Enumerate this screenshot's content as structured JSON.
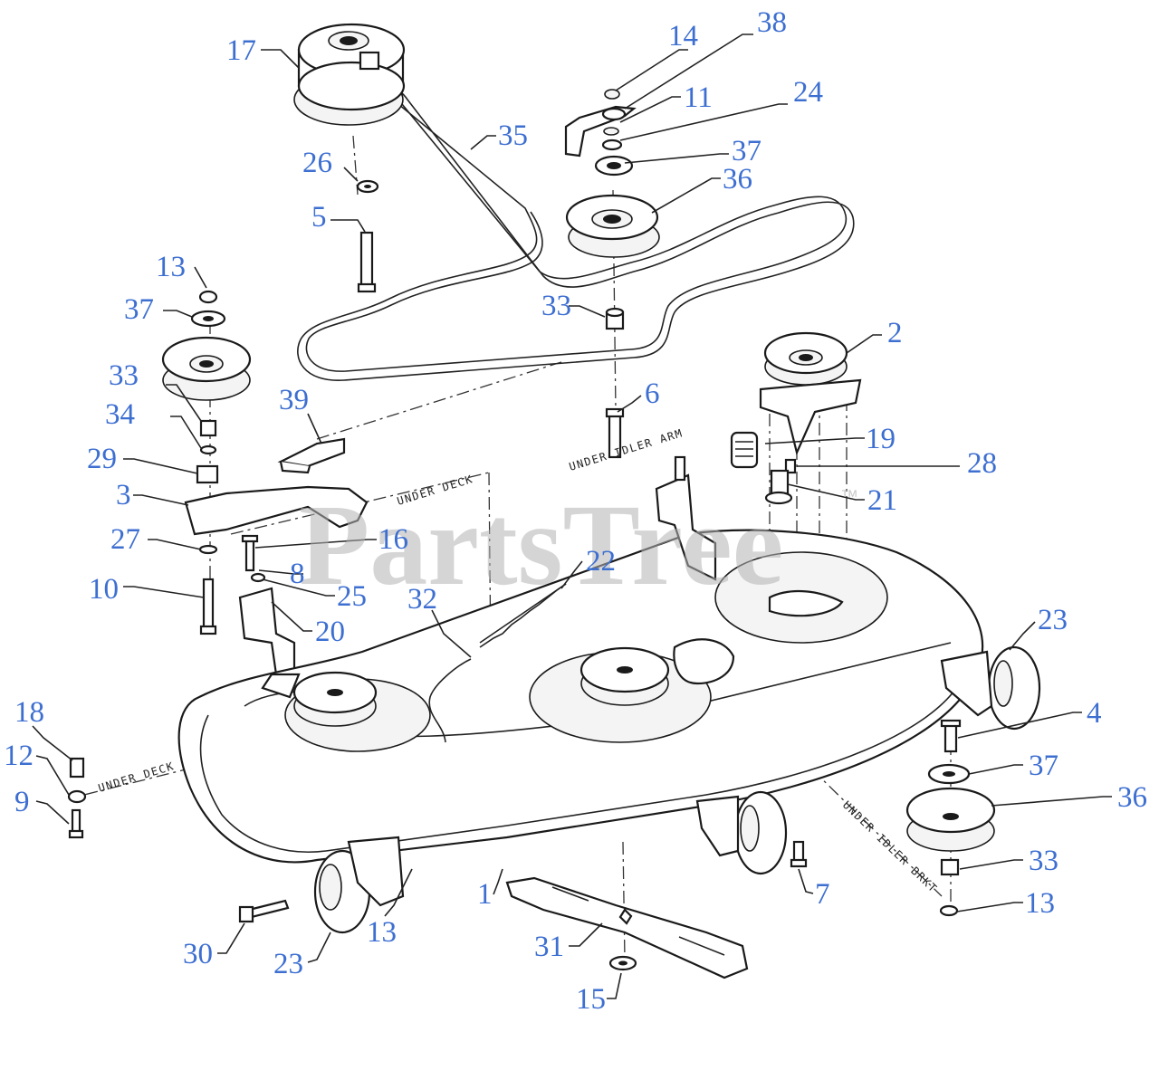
{
  "diagram": {
    "watermark": "PartsTree",
    "watermark_tm": "™",
    "notes": [
      {
        "id": "under-idler-arm",
        "text": "UNDER IDLER ARM"
      },
      {
        "id": "under-deck-top",
        "text": "UNDER DECK"
      },
      {
        "id": "under-deck-left",
        "text": "UNDER DECK"
      },
      {
        "id": "under-idler-brkt",
        "text": "UNDER IDLER BRKT"
      }
    ],
    "callouts": [
      {
        "id": "c17",
        "label": "17"
      },
      {
        "id": "c14",
        "label": "14"
      },
      {
        "id": "c38",
        "label": "38"
      },
      {
        "id": "c11",
        "label": "11"
      },
      {
        "id": "c24",
        "label": "24"
      },
      {
        "id": "c35",
        "label": "35"
      },
      {
        "id": "c37a",
        "label": "37"
      },
      {
        "id": "c26",
        "label": "26"
      },
      {
        "id": "c36a",
        "label": "36"
      },
      {
        "id": "c5",
        "label": "5"
      },
      {
        "id": "c13a",
        "label": "13"
      },
      {
        "id": "c37b",
        "label": "37"
      },
      {
        "id": "c33a",
        "label": "33"
      },
      {
        "id": "c2",
        "label": "2"
      },
      {
        "id": "c33b",
        "label": "33"
      },
      {
        "id": "c6",
        "label": "6"
      },
      {
        "id": "c34",
        "label": "34"
      },
      {
        "id": "c39",
        "label": "39"
      },
      {
        "id": "c19",
        "label": "19"
      },
      {
        "id": "c29",
        "label": "29"
      },
      {
        "id": "c28",
        "label": "28"
      },
      {
        "id": "c3",
        "label": "3"
      },
      {
        "id": "c21",
        "label": "21"
      },
      {
        "id": "c27",
        "label": "27"
      },
      {
        "id": "c16",
        "label": "16"
      },
      {
        "id": "c22",
        "label": "22"
      },
      {
        "id": "c8",
        "label": "8"
      },
      {
        "id": "c10",
        "label": "10"
      },
      {
        "id": "c25",
        "label": "25"
      },
      {
        "id": "c32",
        "label": "32"
      },
      {
        "id": "c20",
        "label": "20"
      },
      {
        "id": "c23a",
        "label": "23"
      },
      {
        "id": "c18",
        "label": "18"
      },
      {
        "id": "c4",
        "label": "4"
      },
      {
        "id": "c12",
        "label": "12"
      },
      {
        "id": "c37c",
        "label": "37"
      },
      {
        "id": "c9",
        "label": "9"
      },
      {
        "id": "c36b",
        "label": "36"
      },
      {
        "id": "c33c",
        "label": "33"
      },
      {
        "id": "c7",
        "label": "7"
      },
      {
        "id": "c1",
        "label": "1"
      },
      {
        "id": "c13b",
        "label": "13"
      },
      {
        "id": "c13c",
        "label": "13"
      },
      {
        "id": "c31",
        "label": "31"
      },
      {
        "id": "c30",
        "label": "30"
      },
      {
        "id": "c23b",
        "label": "23"
      },
      {
        "id": "c15",
        "label": "15"
      }
    ]
  }
}
